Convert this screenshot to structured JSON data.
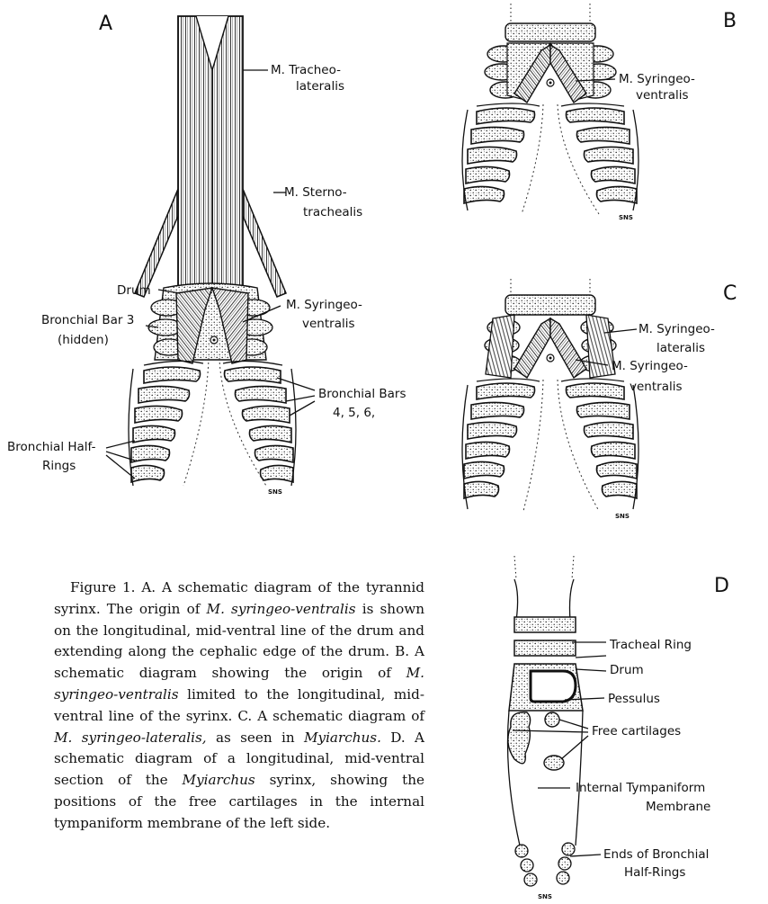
{
  "figure": {
    "panels": [
      {
        "letter": "A",
        "labels": [
          "M. Tracheo-",
          "lateralis",
          "M. Sterno-",
          "trachealis",
          "Drum",
          "M. Syringeo-",
          "ventralis",
          "Bronchial Bar 3",
          "(hidden)",
          "Bronchial Bars",
          "4, 5, 6,",
          "Bronchial Half-",
          "Rings"
        ],
        "signature": "SNS"
      },
      {
        "letter": "B",
        "labels": [
          "M. Syringeo-",
          "ventralis"
        ],
        "signature": "SNS"
      },
      {
        "letter": "C",
        "labels": [
          "M. Syringeo-",
          "lateralis",
          "M. Syringeo-",
          "ventralis"
        ],
        "signature": "SNS"
      },
      {
        "letter": "D",
        "labels": [
          "Tracheal Ring",
          "Drum",
          "Pessulus",
          "Free cartilages",
          "Internal Tympaniform",
          "Membrane",
          "Ends of Bronchial",
          "Half-Rings"
        ],
        "signature": "SNS"
      }
    ],
    "caption": {
      "lead": "Figure 1. A. A schematic diagram of the tyrannid syrinx. The origin of",
      "i1": "M. syringeo-ventralis",
      "t1": "is shown on the longitudinal, mid-ventral line of the drum and extending along the cephalic edge of the drum. B. A schematic diagram showing the origin of",
      "i2": "M. syringeo-ventralis",
      "t2": "limited to the longitudinal, mid-ventral line of the syrinx. C. A schematic diagram of",
      "i3": "M. syringeo-lateralis,",
      "t3": "as seen in",
      "i4": "Myiarchus.",
      "t4": "D. A schematic diagram of a longitudinal, mid-ventral section of the",
      "i5": "Myiarchus",
      "t5": "syrinx, showing the positions of the free cartilages in the internal tympaniform membrane of the left side."
    }
  }
}
